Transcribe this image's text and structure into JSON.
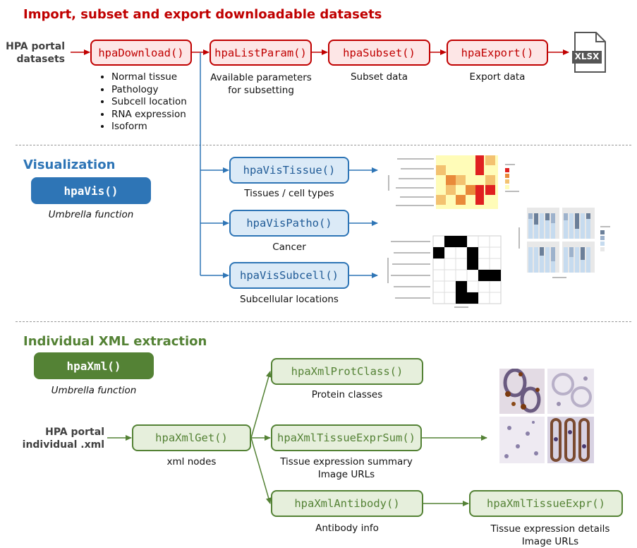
{
  "sections": {
    "import_title": "Import, subset and export downloadable datasets",
    "vis_title": "Visualization",
    "xml_title": "Individual XML extraction"
  },
  "import": {
    "input_label_line1": "HPA portal",
    "input_label_line2": "datasets",
    "nodes": {
      "download": "hpaDownload()",
      "listparam": "hpaListParam()",
      "subset": "hpaSubset()",
      "export": "hpaExport()"
    },
    "download_items": [
      "Normal tissue",
      "Pathology",
      "Subcell location",
      "RNA expression",
      "Isoform"
    ],
    "listparam_caption_line1": "Available parameters",
    "listparam_caption_line2": "for subsetting",
    "subset_caption": "Subset data",
    "export_caption": "Export data",
    "xlsx_label": "XLSX"
  },
  "vis": {
    "umbrella": "hpaVis()",
    "umbrella_caption": "Umbrella function",
    "nodes": {
      "tissue": "hpaVisTissue()",
      "patho": "hpaVisPatho()",
      "subcell": "hpaVisSubcell()"
    },
    "tissue_caption": "Tissues / cell types",
    "patho_caption": "Cancer",
    "subcell_caption": "Subcellular locations"
  },
  "xml": {
    "umbrella": "hpaXml()",
    "umbrella_caption": "Umbrella function",
    "input_label_line1": "HPA portal",
    "input_label_line2": "individual .xml",
    "nodes": {
      "get": "hpaXmlGet()",
      "protclass": "hpaXmlProtClass()",
      "exprsum": "hpaXmlTissueExprSum()",
      "antibody": "hpaXmlAntibody()",
      "tissueexpr": "hpaXmlTissueExpr()"
    },
    "get_caption": "xml nodes",
    "protclass_caption": "Protein classes",
    "exprsum_caption_line1": "Tissue expression summary",
    "exprsum_caption_line2": "Image URLs",
    "antibody_caption": "Antibody info",
    "tissueexpr_caption_line1": "Tissue expression details",
    "tissueexpr_caption_line2": "Image URLs"
  },
  "colors": {
    "red": "#c00000",
    "blue": "#2e75b6",
    "green": "#548235"
  }
}
